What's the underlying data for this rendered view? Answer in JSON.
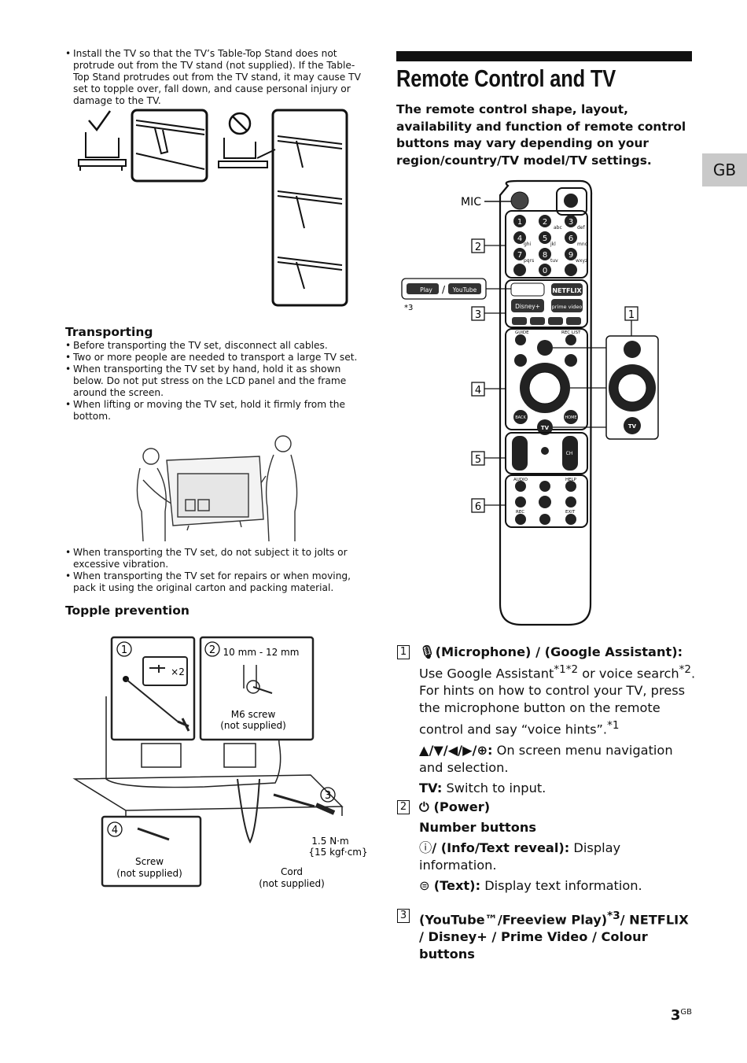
{
  "left": {
    "install_bullet": "Install the TV so that the TV’s Table-Top Stand does not protrude out from the TV stand (not supplied). If the Table-Top Stand protrudes out from the TV stand, it may cause TV set to topple over, fall down, and cause personal injury or damage to the TV.",
    "transporting_heading": "Transporting",
    "transporting_bullets": [
      "Before transporting the TV set, disconnect all cables.",
      "Two or more people are needed to transport a large TV set.",
      "When transporting the TV set by hand, hold it as shown below. Do not put stress on the LCD panel and the frame around the screen.",
      "When lifting or moving the TV set, hold it firmly from the bottom."
    ],
    "transporting_bullets2": [
      "When transporting the TV set, do not subject it to jolts or excessive vibration.",
      "When transporting the TV set for repairs or when moving, pack it using the original carton and packing material."
    ],
    "topple_heading": "Topple prevention",
    "topple_fig": {
      "step1": "1",
      "step2": "2",
      "step3": "3",
      "step4": "4",
      "x2": "×2",
      "size": "10 mm - 12 mm",
      "m6_line1": "M6 screw",
      "m6_line2": "(not supplied)",
      "torque_line1": "1.5 N·m",
      "torque_line2": "{15 kgf·cm}",
      "screw_line1": "Screw",
      "screw_line2": "(not supplied)",
      "cord_line1": "Cord",
      "cord_line2": "(not supplied)"
    }
  },
  "right": {
    "title": "Remote Control and TV",
    "intro": "The remote control shape, layout, availability and function of remote control buttons may vary depending on your region/country/TV model/TV settings.",
    "gb_tab": "GB",
    "remote": {
      "mic": "MIC",
      "callouts": [
        "1",
        "2",
        "3",
        "4",
        "5",
        "6"
      ],
      "play": "Play",
      "youtube": "YouTube",
      "slash": "/",
      "star3": "*3",
      "netflix": "NETFLIX",
      "disney": "Disney+",
      "prime": "prime video",
      "guide": "GUIDE",
      "rec_list": "REC LIST",
      "back": "BACK",
      "home": "HOME",
      "tv": "TV",
      "ch": "CH",
      "audio": "AUDIO",
      "help": "HELP",
      "rec": "REC",
      "exit": "EXIT",
      "digits": [
        "1",
        "2",
        "3",
        "4",
        "5",
        "6",
        "7",
        "8",
        "9",
        "0"
      ],
      "letters": [
        "",
        "abc",
        "def",
        "ghi",
        "jkl",
        "mno",
        "pqrs",
        "tuv",
        "wxyz",
        ""
      ]
    },
    "item1": {
      "num": "1",
      "head": "(Microphone) /  (Google Assistant):",
      "text_a": "Use Google Assistant",
      "sup_a": "*1*2",
      "text_b": " or voice search",
      "sup_b": "*2",
      "text_c": ". For hints on how to control your TV, press the microphone button on the remote control and say “voice hints”.",
      "sup_c": "*1",
      "nav_label": "▲/▼/◀/▶/⊕:",
      "nav_text": " On screen menu navigation and selection.",
      "tv_label": "TV:",
      "tv_text": " Switch to input."
    },
    "item2": {
      "num": "2",
      "power": "(Power)",
      "number_buttons": "Number buttons",
      "info_label": "/ (Info/Text reveal):",
      "info_text": " Display information.",
      "text_label": "(Text):",
      "text_text": " Display text information."
    },
    "item3": {
      "num": "3",
      "line_a": "(YouTube™/Freeview Play)",
      "sup": "*3",
      "line_b": "/ NETFLIX / Disney+ / Prime Video / Colour buttons"
    },
    "page_number": "3",
    "page_suffix": "GB"
  }
}
